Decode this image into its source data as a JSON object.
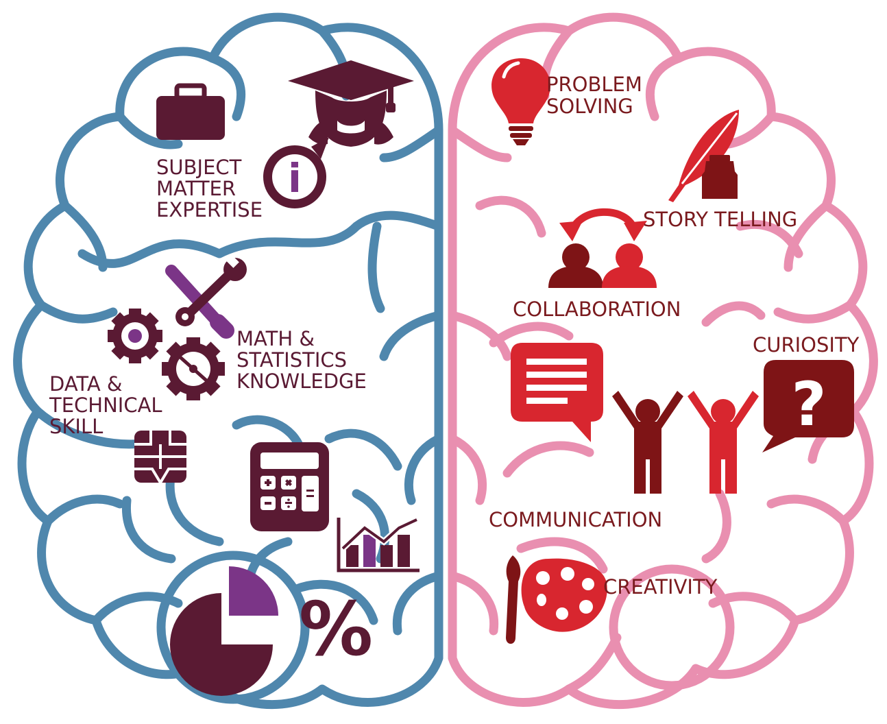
{
  "colors": {
    "left_outline": "#4f87ad",
    "right_outline": "#e98fb0",
    "left_text": "#5a1a33",
    "left_icon": "#5a1a33",
    "left_accent": "#7b3587",
    "right_text": "#7a1a1e",
    "right_red": "#d8262f",
    "right_dark": "#7e1416",
    "background": "#ffffff"
  },
  "icons": [
    "briefcase-icon",
    "graduate-icon",
    "info-bubble-icon",
    "tools-icon",
    "gears-icon",
    "chip-icon",
    "calculator-icon",
    "bar-chart-icon",
    "pie-chart-icon",
    "percent-icon",
    "lightbulb-icon",
    "quill-ink-icon",
    "collaboration-icon",
    "speech-bubble-icon",
    "people-icon",
    "question-bubble-icon",
    "paintbrush-palette-icon"
  ],
  "left": {
    "subject": {
      "line1": "SUBJECT",
      "line2": "MATTER",
      "line3": "EXPERTISE"
    },
    "math": {
      "line1": "MATH &",
      "line2": "STATISTICS",
      "line3": "KNOWLEDGE"
    },
    "data": {
      "line1": "DATA &",
      "line2": "TECHNICAL",
      "line3": "SKILL"
    },
    "info_glyph": "i",
    "percent_glyph": "%"
  },
  "right": {
    "problem": {
      "line1": "PROBLEM",
      "line2": "SOLVING"
    },
    "story": "STORY TELLING",
    "collaboration": "COLLABORATION",
    "curiosity": "CURIOSITY",
    "communication": "COMMUNICATION",
    "creativity": "CREATIVITY",
    "question_glyph": "?"
  }
}
